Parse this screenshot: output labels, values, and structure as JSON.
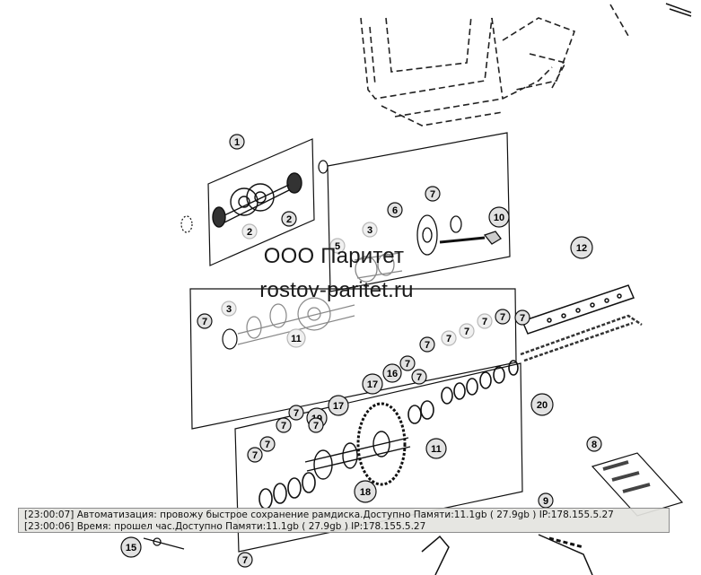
{
  "watermark": {
    "company": "ООО Паритет",
    "site": "rostov-paritet.ru"
  },
  "log": {
    "lines": [
      "[23:00:07]  Автоматизация: провожу быстрое сохранение рамдиска.Доступно Памяти:11.1gb  ( 27.9gb ) IP:178.155.5.27",
      "[23:00:06]  Время: прошел час.Доступно Памяти:11.1gb  ( 27.9gb ) IP:178.155.5.27"
    ]
  },
  "callouts": [
    {
      "id": "c1",
      "label": "1",
      "style": "solid"
    },
    {
      "id": "c2a",
      "label": "2",
      "style": "solid"
    },
    {
      "id": "c2b",
      "label": "2",
      "style": "faded"
    },
    {
      "id": "c7a",
      "label": "7",
      "style": "solid"
    },
    {
      "id": "c6",
      "label": "6",
      "style": "solid"
    },
    {
      "id": "c10",
      "label": "10",
      "style": "solid"
    },
    {
      "id": "c3",
      "label": "3",
      "style": "faded"
    },
    {
      "id": "c5",
      "label": "5",
      "style": "faded"
    },
    {
      "id": "c12",
      "label": "12",
      "style": "solid"
    },
    {
      "id": "c7b",
      "label": "7",
      "style": "solid"
    },
    {
      "id": "c3b",
      "label": "3",
      "style": "faded"
    },
    {
      "id": "c11a",
      "label": "11",
      "style": "faded"
    },
    {
      "id": "c7c",
      "label": "7",
      "style": "solid"
    },
    {
      "id": "c7d",
      "label": "7",
      "style": "solid"
    },
    {
      "id": "c7e",
      "label": "7",
      "style": "faded"
    },
    {
      "id": "c7f",
      "label": "7",
      "style": "faded"
    },
    {
      "id": "c7g",
      "label": "7",
      "style": "faded"
    },
    {
      "id": "c7h",
      "label": "7",
      "style": "solid"
    },
    {
      "id": "c7i",
      "label": "7",
      "style": "solid"
    },
    {
      "id": "c16",
      "label": "16",
      "style": "solid"
    },
    {
      "id": "c7j",
      "label": "7",
      "style": "solid"
    },
    {
      "id": "c17a",
      "label": "17",
      "style": "solid"
    },
    {
      "id": "c20",
      "label": "20",
      "style": "solid"
    },
    {
      "id": "c19",
      "label": "19",
      "style": "solid"
    },
    {
      "id": "c17b",
      "label": "17",
      "style": "solid"
    },
    {
      "id": "c7k",
      "label": "7",
      "style": "solid"
    },
    {
      "id": "c7l",
      "label": "7",
      "style": "solid"
    },
    {
      "id": "c7m",
      "label": "7",
      "style": "solid"
    },
    {
      "id": "c7n",
      "label": "7",
      "style": "solid"
    },
    {
      "id": "c11b",
      "label": "11",
      "style": "solid"
    },
    {
      "id": "c7o",
      "label": "7",
      "style": "solid"
    },
    {
      "id": "c18",
      "label": "18",
      "style": "solid"
    },
    {
      "id": "c8",
      "label": "8",
      "style": "solid"
    },
    {
      "id": "c9",
      "label": "9",
      "style": "solid"
    },
    {
      "id": "c15",
      "label": "15",
      "style": "solid"
    },
    {
      "id": "c7p",
      "label": "7",
      "style": "solid"
    }
  ],
  "colors": {
    "line": "#111111",
    "faded": "#b8b8b8",
    "callout_fill": "#e2e2e2",
    "callout_fill_faded": "#f0f0f0"
  }
}
